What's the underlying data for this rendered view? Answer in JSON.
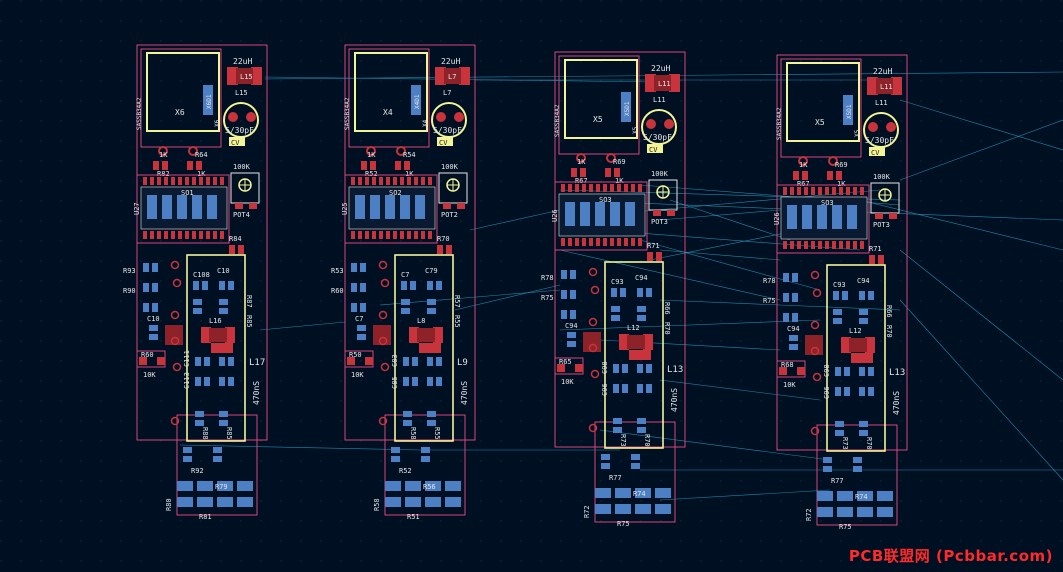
{
  "colors": {
    "background": "#001023",
    "grid": "#1b2a40",
    "outline": "#d8467a",
    "pad": "#c8333c",
    "pad_dark": "#8e2229",
    "bottom_pad": "#4d7fc4",
    "silk": "#e6e6e6",
    "fab": "#f3f39a",
    "ratsnest": "#2aa7c8",
    "via": "#c8333c"
  },
  "watermark": "PCB联盟网 (Pcbbar.com)",
  "modules": [
    {
      "id": "m1",
      "crystal": "X6",
      "crystal_vert": "X6",
      "inductor_value": "22uH",
      "inductor_top": "L15",
      "inductor_top2": "L15",
      "inductor_small": "L16",
      "inductor_main": "L17",
      "inductor_main_value": "470nS",
      "trim_cap": "5/30pF",
      "trim_tag": "CV",
      "trim_ref": "X6",
      "pot": "POT4",
      "pot_value": "100K",
      "resistor_a": "1K",
      "resistor_b": "R64",
      "resistor_c": "R82",
      "resistor_d": "1K",
      "resistor_e": "R84",
      "resistor_f": "R60",
      "resistor_f_value": "10K",
      "ic": "U27",
      "ic_part": "SO1",
      "cap_a": "C10",
      "cap_b": "C108",
      "cap_c": "C10",
      "cap_d": "C111",
      "cap_e": "C113",
      "res_bottom_a": "R88",
      "res_bottom_b": "R85",
      "res_bottom_c": "R92",
      "res_bottom_d": "R79",
      "res_bottom_e": "R80",
      "res_bottom_f": "R81",
      "res_left_a": "R93",
      "res_left_b": "R90",
      "res_right": "R87",
      "res_right2": "R85",
      "vertical_label": "SASSB34A2"
    },
    {
      "id": "m2",
      "crystal": "X4",
      "crystal_vert": "X4",
      "inductor_value": "22uH",
      "inductor_top": "L7",
      "inductor_top2": "L7",
      "inductor_small": "L8",
      "inductor_main": "L9",
      "inductor_main_value": "470nS",
      "trim_cap": "5/30pF",
      "trim_tag": "CV",
      "trim_ref": "X4",
      "pot": "POT2",
      "pot_value": "100K",
      "resistor_a": "1K",
      "resistor_b": "R54",
      "resistor_c": "R52",
      "resistor_d": "1K",
      "resistor_e": "R70",
      "resistor_f": "R50",
      "resistor_f_value": "10K",
      "ic": "U25",
      "ic_part": "SO2",
      "cap_a": "C7",
      "cap_b": "C7",
      "cap_c": "C79",
      "cap_d": "C83",
      "cap_e": "C85",
      "res_bottom_a": "R58",
      "res_bottom_b": "R55",
      "res_bottom_c": "R52",
      "res_bottom_d": "R56",
      "res_bottom_e": "R58",
      "res_bottom_f": "R51",
      "res_left_a": "R53",
      "res_left_b": "R60",
      "res_right": "R57",
      "res_right2": "R55",
      "vertical_label": "SASSB34A2"
    },
    {
      "id": "m3",
      "crystal": "X5",
      "crystal_vert": "X5",
      "inductor_value": "22uH",
      "inductor_top": "L11",
      "inductor_top2": "L11",
      "inductor_small": "L12",
      "inductor_main": "L13",
      "inductor_main_value": "470nS",
      "trim_cap": "5/30pF",
      "trim_tag": "CV",
      "trim_ref": "X5",
      "pot": "POT3",
      "pot_value": "100K",
      "resistor_a": "1K",
      "resistor_b": "R69",
      "resistor_c": "R67",
      "resistor_d": "1K",
      "resistor_e": "R71",
      "resistor_f": "R65",
      "resistor_f_value": "10K",
      "ic": "U26",
      "ic_part": "SO3",
      "cap_a": "C94",
      "cap_b": "C93",
      "cap_c": "C94",
      "cap_d": "C98",
      "cap_e": "C96",
      "res_bottom_a": "R73",
      "res_bottom_b": "R70",
      "res_bottom_c": "R77",
      "res_bottom_d": "R74",
      "res_bottom_e": "R72",
      "res_bottom_f": "R75",
      "res_left_a": "R78",
      "res_left_b": "R75",
      "res_right": "R66",
      "res_right2": "R70",
      "vertical_label": "SASSB34A2"
    },
    {
      "id": "m4",
      "crystal": "X5",
      "crystal_vert": "X5",
      "inductor_value": "22uH",
      "inductor_top": "L11",
      "inductor_top2": "L11",
      "inductor_small": "L12",
      "inductor_main": "L13",
      "inductor_main_value": "470nS",
      "trim_cap": "5/30pF",
      "trim_tag": "CV",
      "trim_ref": "X5",
      "pot": "POT3",
      "pot_value": "100K",
      "resistor_a": "1K",
      "resistor_b": "R69",
      "resistor_c": "R67",
      "resistor_d": "1K",
      "resistor_e": "R71",
      "resistor_f": "R68",
      "resistor_f_value": "10K",
      "ic": "U26",
      "ic_part": "SO3",
      "cap_a": "C94",
      "cap_b": "C93",
      "cap_c": "C94",
      "cap_d": "C98",
      "cap_e": "C96",
      "res_bottom_a": "R73",
      "res_bottom_b": "R70",
      "res_bottom_c": "R77",
      "res_bottom_d": "R74",
      "res_bottom_e": "R72",
      "res_bottom_f": "R75",
      "res_left_a": "R78",
      "res_left_b": "R75",
      "res_right": "R66",
      "res_right2": "R70",
      "vertical_label": "SASSB34A2"
    }
  ]
}
